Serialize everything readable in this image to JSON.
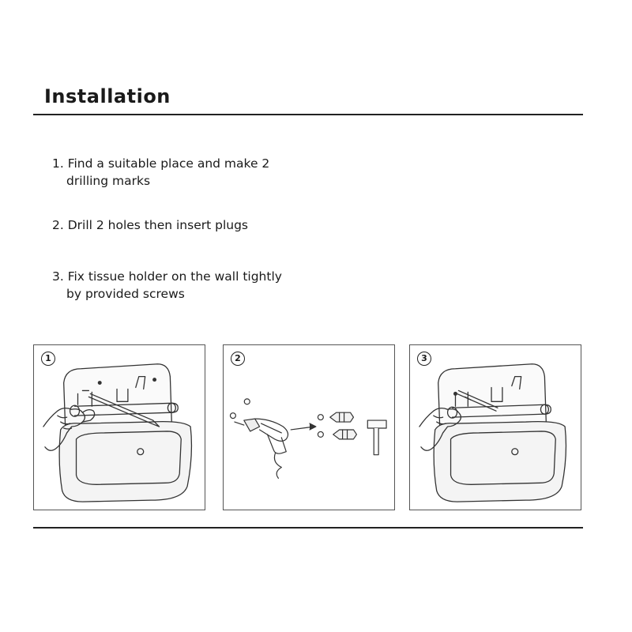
{
  "heading": "Installation",
  "steps": [
    {
      "line1": "1. Find a suitable place and make 2",
      "line2": "drilling marks"
    },
    {
      "line1": "2. Drill 2 holes then insert plugs",
      "line2": ""
    },
    {
      "line1": "3. Fix tissue holder on the wall tightly",
      "line2": "by provided screws"
    }
  ],
  "panels": [
    {
      "number": "1",
      "icon": "marking-holder-on-wall-illustration"
    },
    {
      "number": "2",
      "icon": "drill-plugs-hammer-illustration"
    },
    {
      "number": "3",
      "icon": "screwing-holder-illustration"
    }
  ],
  "colors": {
    "line": "#222222",
    "panel_border": "#555555"
  }
}
